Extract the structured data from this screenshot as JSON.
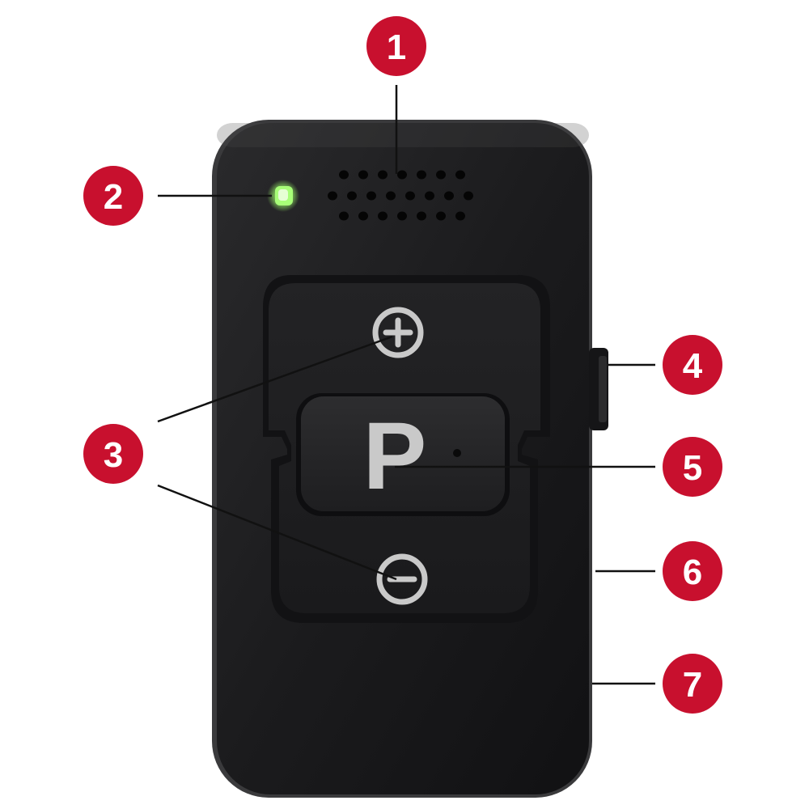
{
  "callouts": [
    {
      "number": "1",
      "part": "speaker-grille"
    },
    {
      "number": "2",
      "part": "status-led"
    },
    {
      "number": "3",
      "part": "volume-buttons"
    },
    {
      "number": "3",
      "part": "volume-buttons"
    },
    {
      "number": "4",
      "part": "side-switch"
    },
    {
      "number": "5",
      "part": "program-button"
    },
    {
      "number": "6",
      "part": "right-edge"
    },
    {
      "number": "7",
      "part": "right-edge-lower"
    }
  ],
  "device": {
    "program_button_label": "P",
    "led_color": "#9eff6a",
    "body_color": "#1c1c1e"
  },
  "colors": {
    "callout_red": "#c8102e",
    "leader_line": "#111111"
  },
  "icons": [
    "plus-icon",
    "minus-icon"
  ]
}
